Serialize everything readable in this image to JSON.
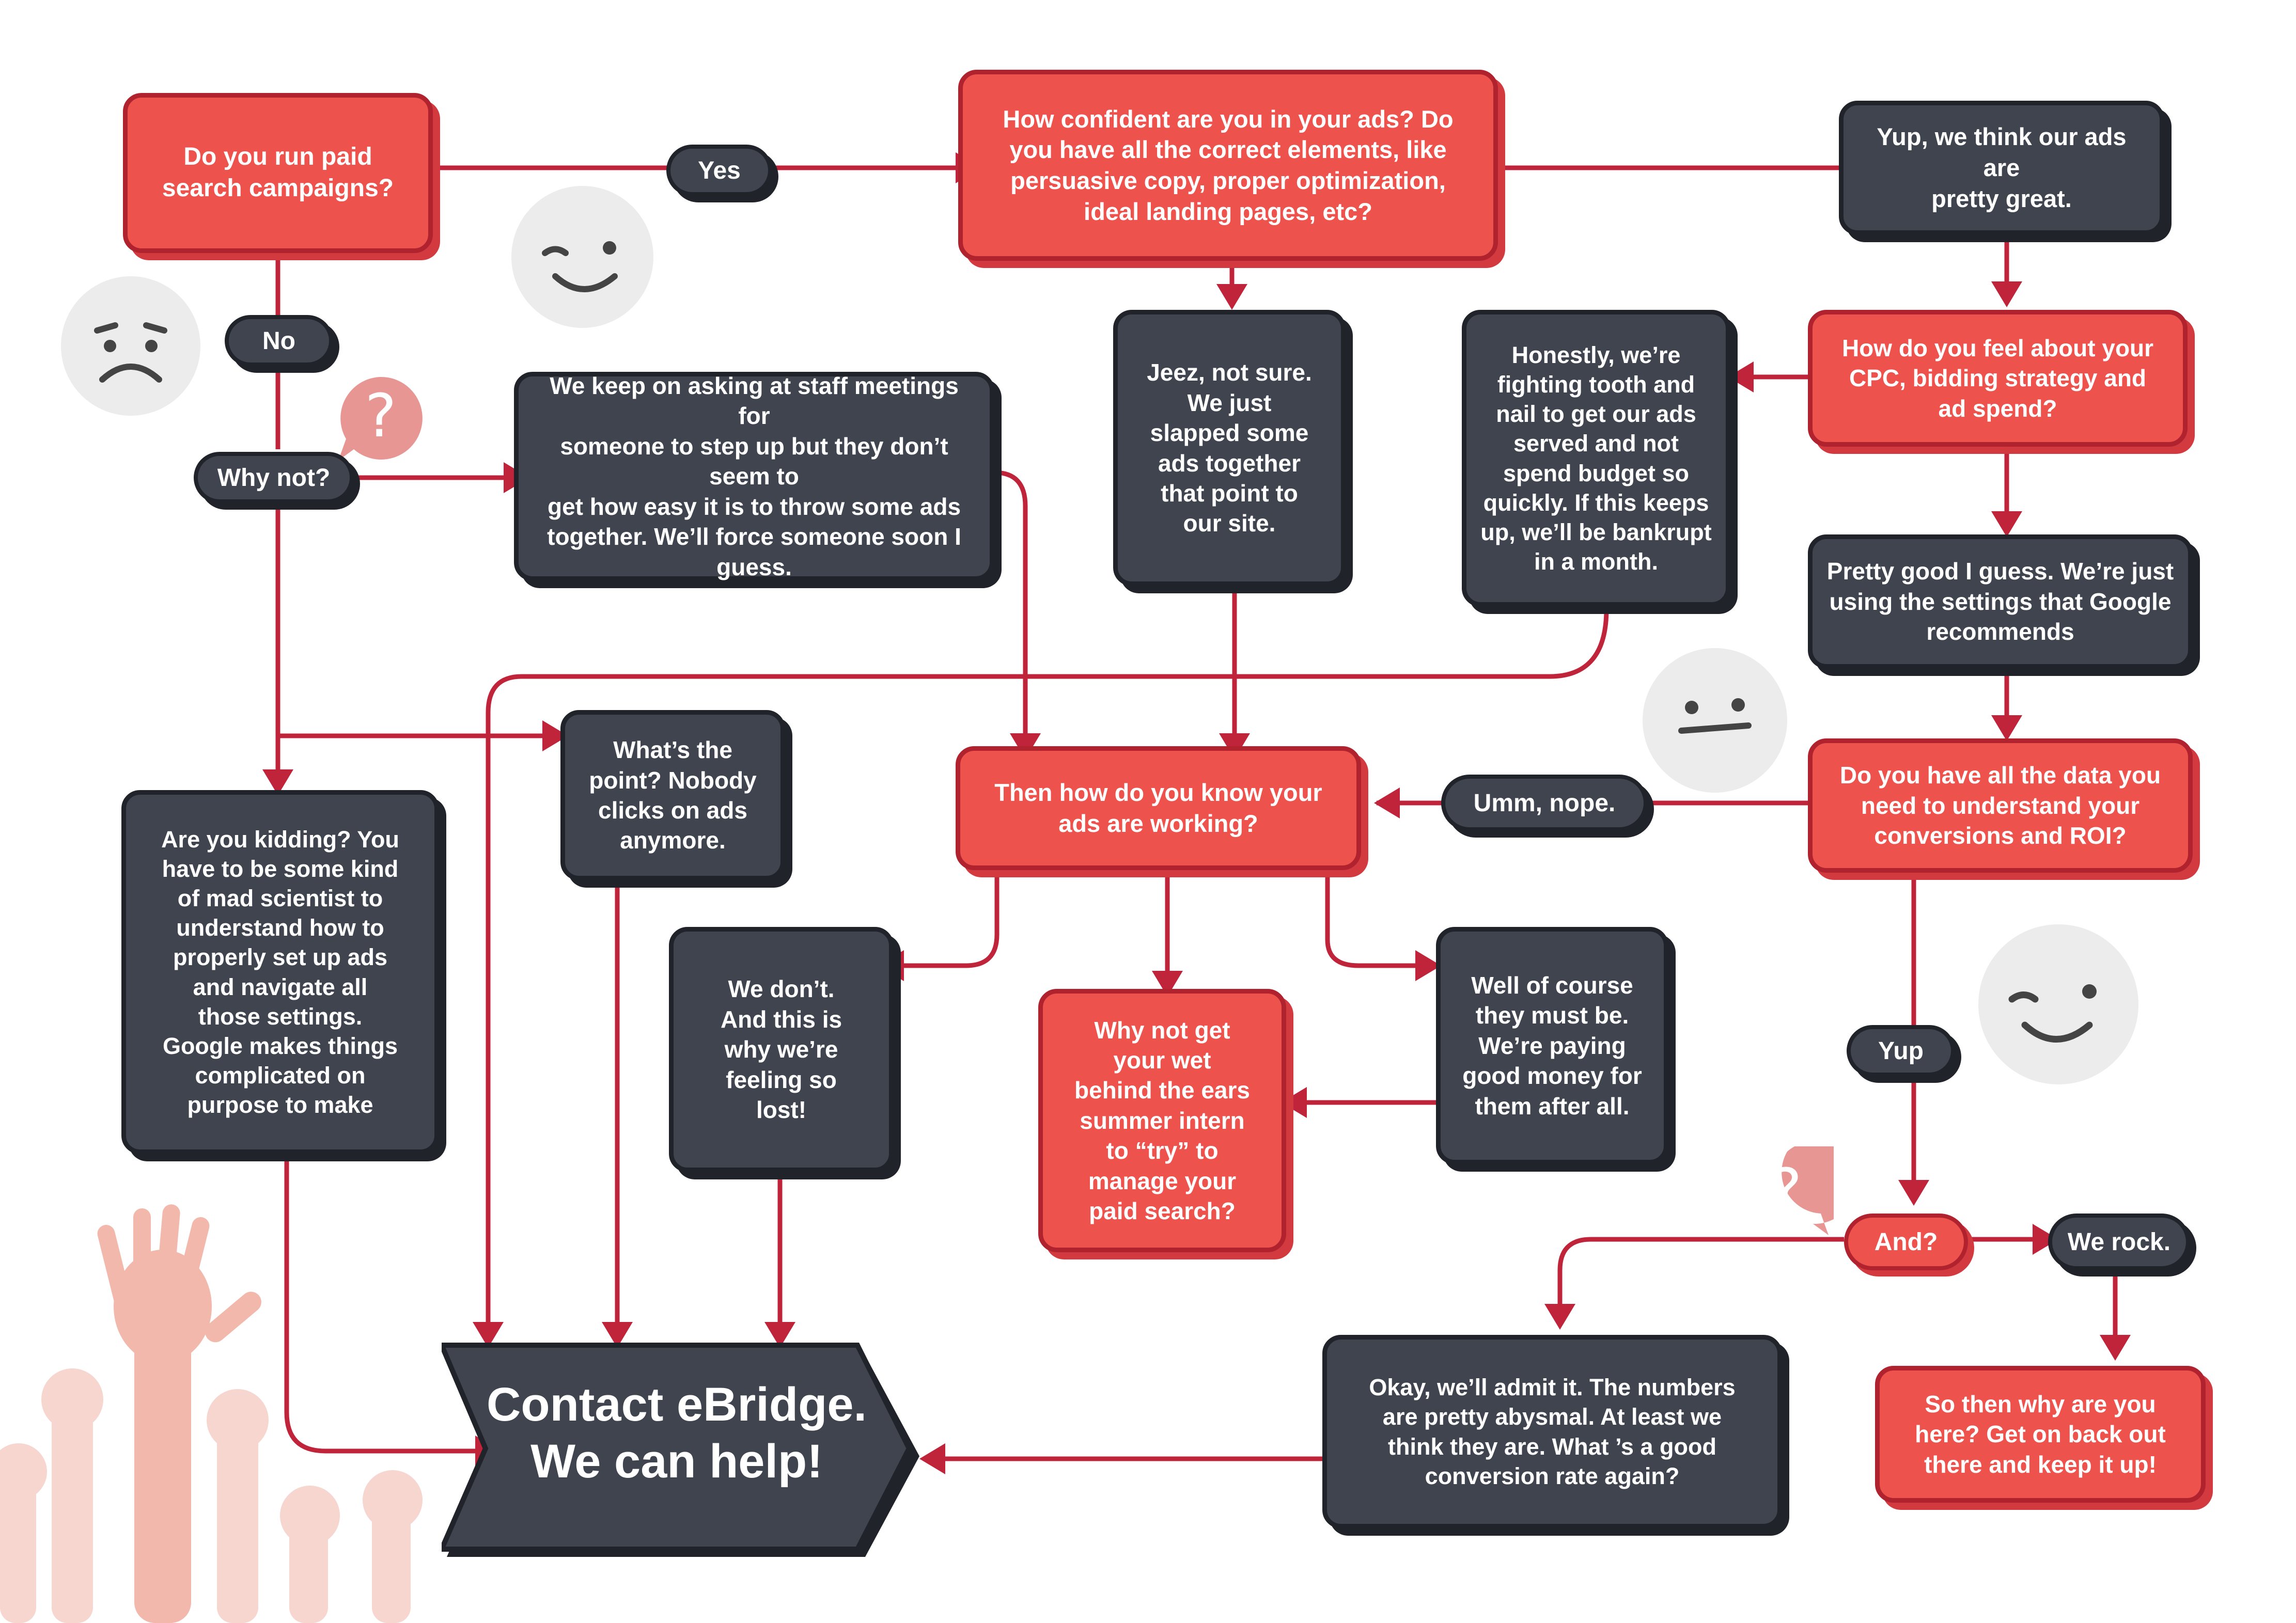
{
  "colors": {
    "red": "#ee524c",
    "red_border": "#b0232e",
    "dark": "#3f444f",
    "dark_border": "#20232a",
    "arrow": "#c0243a",
    "face": "#ececec"
  },
  "nodes": {
    "start": "Do you run paid\nsearch campaigns?",
    "confident": "How confident are you in your ads? Do\nyou have all the correct elements, like\npersuasive copy, proper optimization,\nideal  landing pages, etc?",
    "yup_great": "Yup, we think our ads are\npretty great.",
    "staff": "We keep on asking at staff meetings for\nsomeone to step up but they don’t seem to\nget how easy it is to throw some ads\ntogether. We’ll force someone soon I\nguess.",
    "jeez": "Jeez, not sure.\nWe just\nslapped some\nads together\nthat point to\nour site.",
    "honestly": "Honestly, we’re\nfighting tooth and\nnail to get our ads\nserved and not\nspend budget so\nquickly. If this keeps\nup, we’ll be bankrupt\nin a month.",
    "cpc": "How do you feel about your\nCPC, bidding strategy and\nad spend?",
    "pretty_good": "Pretty good I guess. We’re just\nusing the settings that Google\nrecommends",
    "whats_point": "What’s the\npoint? Nobody\nclicks on ads\nanymore.",
    "kidding": "Are you kidding? You\nhave to be some kind\nof mad scientist to\nunderstand how to\nproperly set up ads\nand navigate all\nthose settings.\nGoogle makes things\ncomplicated on\npurpose to make",
    "how_know": "Then how do you know your\nads are working?",
    "data": "Do you have all the data you\nneed to understand your\nconversions and ROI?",
    "we_dont": "We don’t.\nAnd this is\nwhy we’re\nfeeling so\nlost!",
    "intern": "Why not get\nyour wet\nbehind the ears\nsummer intern\nto “try” to\nmanage your\npaid search?",
    "of_course": "Well of course\nthey must be.\nWe’re paying\ngood money for\nthem after all.",
    "okay": "Okay, we’ll admit it. The numbers\nare pretty abysmal. At least we\nthink they are. What ’s a good\nconversion rate again?",
    "so_then": "So then why are you\nhere? Get on back out\nthere and keep it up!",
    "cta": "Contact eBridge.\nWe can help!"
  },
  "pills": {
    "yes": "Yes",
    "no": "No",
    "why_not": "Why not?",
    "umm": "Umm, nope.",
    "yup": "Yup",
    "and": "And?",
    "we_rock": "We rock."
  },
  "decor": {
    "question_mark": "?",
    "faces": [
      "sad-face-icon",
      "wink-face-icon",
      "neutral-face-icon",
      "wink-face-icon"
    ],
    "hands": "raised-hands-illustration"
  }
}
